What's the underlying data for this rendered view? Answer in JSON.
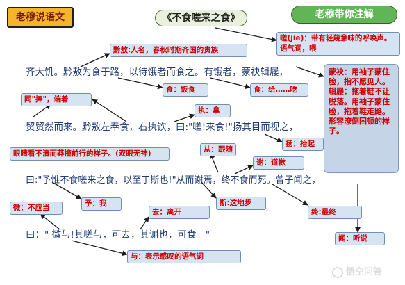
{
  "header": {
    "lesson_tag": "老穆说语文",
    "annotation_tag": "老穆带你注解",
    "title": "《不食嗟来之食》"
  },
  "passage": {
    "line1": "齐大饥。黔敖为食于路，以待饿者而食之。有饿者，蒙袂辑屦，",
    "line2": "贸贸然而来。黔敖左奉食，右执饮，曰:\"嗟!来食!\"扬其目而视之，",
    "line3": "曰:\"予惟不食嗟来之食，以至于斯也!\"从而谢焉，终不食而死。曾子闻之，",
    "line4": "曰：\" 微与!其嗟与，可去，其谢也，可食。\""
  },
  "notes": {
    "jie": "嗟(jiē)：带有轻蔑意味的呼唤声。语气词，喂",
    "qianao": "黔敖:人名，春秋时期齐国的贵族",
    "mengmei": "蒙袂：用袖子蒙住脸，指不愿见人。辑屦：拖着鞋不让脱落。用袖子蒙住脸，拖着鞋走路。形容潦倒困顿的样子。",
    "si_food": "食：饭食",
    "si_feed": "食：给……吃",
    "peng": "同\"捧\"，端着",
    "zhi": "执：拿",
    "maomao": "眼睛看不清而莽撞前行的样子。(双眼无神)",
    "cong": "从：跟随",
    "yang": "扬：抬起",
    "xie": "谢：道歉",
    "yu_me": "予：我",
    "wei": "微：不应当",
    "qu": "去：离开",
    "si_place": "斯:这地步",
    "zhong": "终:最终",
    "wen": "闻：听说",
    "yu_particle": "与：表示感叹的语气词"
  },
  "watermark": "悟空问答",
  "colors": {
    "passage_text": "#1d3a73",
    "note_text": "#cc0000",
    "note_box": "#d6e3f3",
    "underline": "#d21b1b",
    "lesson_tag": "#f3b52a",
    "annotation_tag": "#62b556"
  },
  "icons": [
    "arrow-icon",
    "wukong-logo-icon"
  ]
}
